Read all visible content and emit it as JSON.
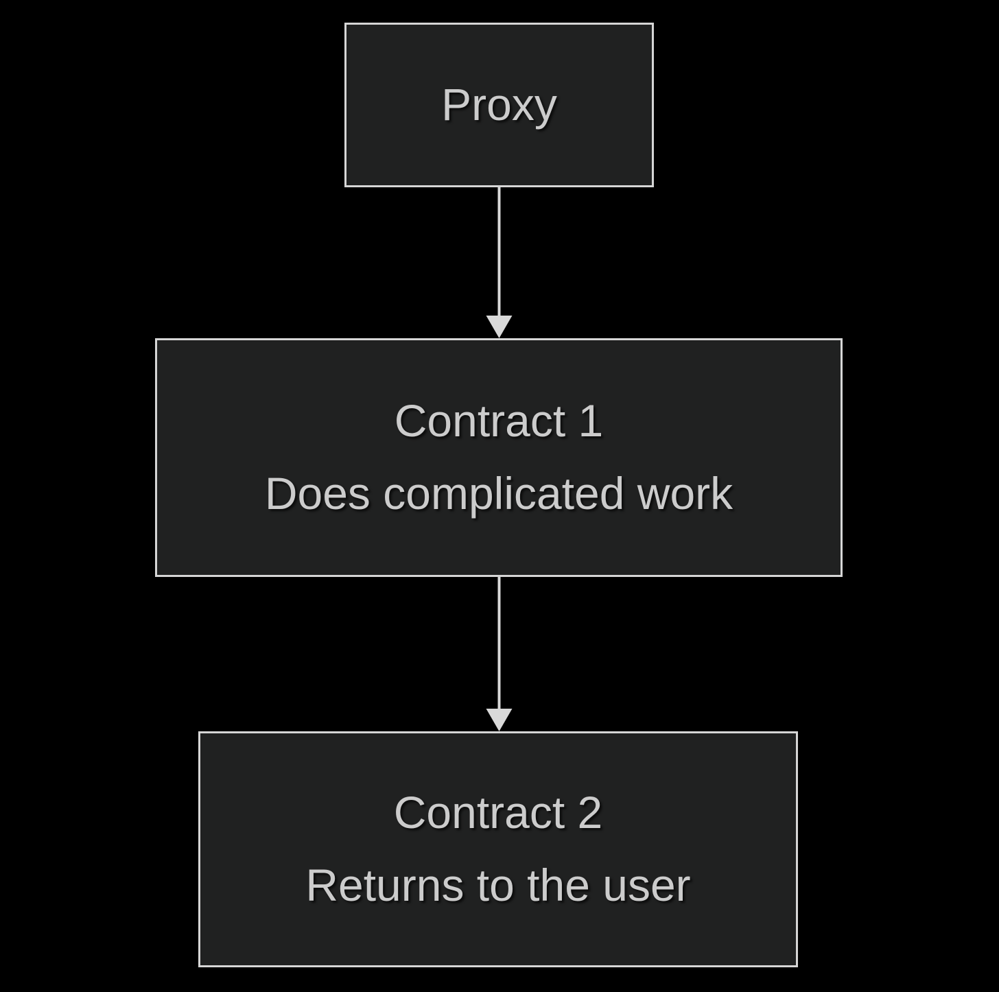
{
  "diagram": {
    "type": "flowchart",
    "direction": "top-down",
    "colors": {
      "background": "#000000",
      "node_fill": "#202121",
      "node_border": "#d6d6d6",
      "text": "#cccccc",
      "arrow": "#d9d9d9"
    },
    "nodes": [
      {
        "id": "proxy",
        "lines": [
          "Proxy"
        ]
      },
      {
        "id": "contract1",
        "lines": [
          "Contract 1",
          "Does complicated work"
        ]
      },
      {
        "id": "contract2",
        "lines": [
          "Contract 2",
          "Returns to the user"
        ]
      }
    ],
    "edges": [
      {
        "from": "proxy",
        "to": "contract1"
      },
      {
        "from": "contract1",
        "to": "contract2"
      }
    ]
  }
}
